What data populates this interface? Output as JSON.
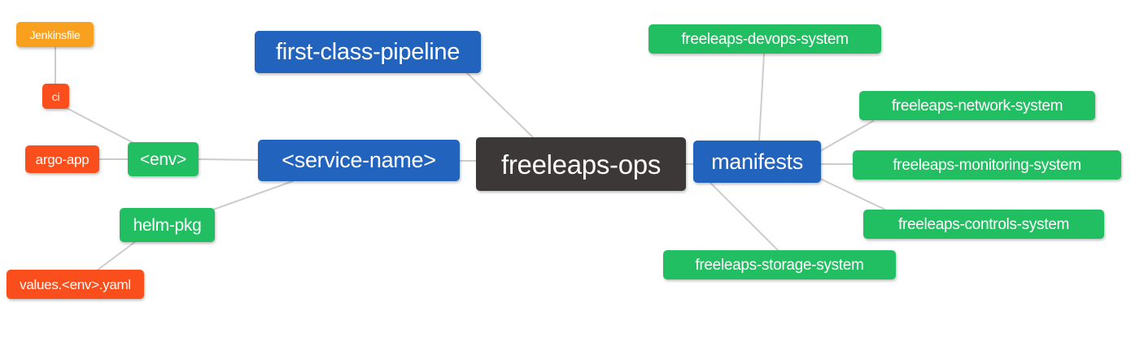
{
  "diagram": {
    "type": "mindmap",
    "root_label": "freeleaps-ops",
    "palette": {
      "blue": "#2263bd",
      "green": "#21bf61",
      "red": "#fb4e1d",
      "orange": "#f9a11e",
      "dark": "#3b3837",
      "edge": "#cccccc",
      "text": "#ffffff",
      "background": "#ffffff"
    },
    "nodes": {
      "jenkinsfile": {
        "label": "Jenkinsfile",
        "color": "orange"
      },
      "ci": {
        "label": "ci",
        "color": "red"
      },
      "argo_app": {
        "label": "argo-app",
        "color": "red"
      },
      "env": {
        "label": "<env>",
        "color": "green"
      },
      "helm_pkg": {
        "label": "helm-pkg",
        "color": "green"
      },
      "values_env_yaml": {
        "label": "values.<env>.yaml",
        "color": "red"
      },
      "first_class_pipeline": {
        "label": "first-class-pipeline",
        "color": "blue"
      },
      "service_name": {
        "label": "<service-name>",
        "color": "blue"
      },
      "freeleaps_ops": {
        "label": "freeleaps-ops",
        "color": "dark"
      },
      "manifests": {
        "label": "manifests",
        "color": "blue"
      },
      "devops_system": {
        "label": "freeleaps-devops-system",
        "color": "green"
      },
      "network_system": {
        "label": "freeleaps-network-system",
        "color": "green"
      },
      "monitoring_system": {
        "label": "freeleaps-monitoring-system",
        "color": "green"
      },
      "controls_system": {
        "label": "freeleaps-controls-system",
        "color": "green"
      },
      "storage_system": {
        "label": "freeleaps-storage-system",
        "color": "green"
      }
    },
    "edges": [
      {
        "from": "jenkinsfile",
        "to": "ci"
      },
      {
        "from": "ci",
        "to": "env"
      },
      {
        "from": "argo_app",
        "to": "env"
      },
      {
        "from": "env",
        "to": "service_name"
      },
      {
        "from": "helm_pkg",
        "to": "service_name"
      },
      {
        "from": "values_env_yaml",
        "to": "helm_pkg"
      },
      {
        "from": "first_class_pipeline",
        "to": "freeleaps_ops"
      },
      {
        "from": "service_name",
        "to": "freeleaps_ops"
      },
      {
        "from": "freeleaps_ops",
        "to": "manifests"
      },
      {
        "from": "manifests",
        "to": "devops_system"
      },
      {
        "from": "manifests",
        "to": "network_system"
      },
      {
        "from": "manifests",
        "to": "monitoring_system"
      },
      {
        "from": "manifests",
        "to": "controls_system"
      },
      {
        "from": "manifests",
        "to": "storage_system"
      }
    ]
  }
}
